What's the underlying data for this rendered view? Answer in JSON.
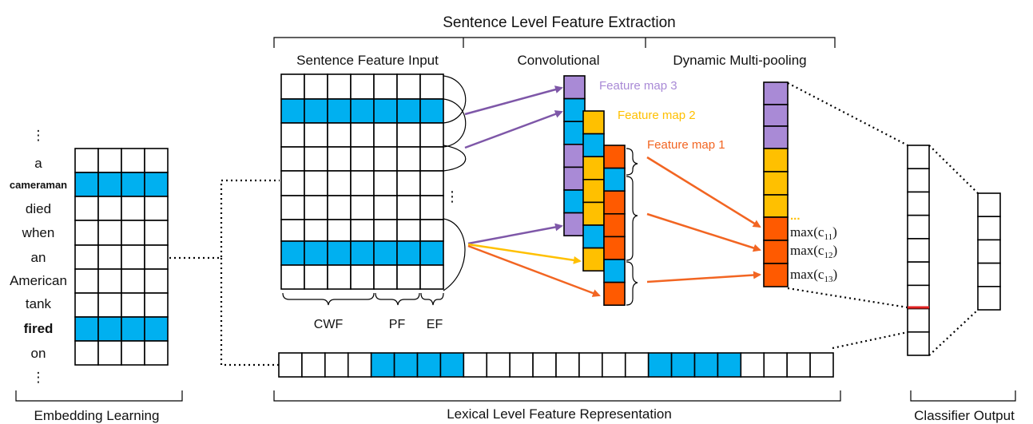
{
  "title": "Sentence Level Feature Extraction",
  "section_labels": {
    "sentence_feature_input": "Sentence Feature Input",
    "convolutional": "Convolutional",
    "dynamic_multi_pooling": "Dynamic Multi-pooling",
    "embedding_learning": "Embedding Learning",
    "lexical_level": "Lexical Level Feature Representation",
    "classifier_output": "Classifier Output"
  },
  "words": [
    "⋮",
    "a",
    "cameraman",
    "died",
    "when",
    "an",
    "American",
    "tank",
    "fired",
    "on",
    "⋮"
  ],
  "feature_groups": [
    "CWF",
    "PF",
    "EF"
  ],
  "feature_maps": [
    "Feature map 1",
    "Feature map 2",
    "Feature map 3"
  ],
  "pooling_labels": [
    "max(c",
    "max(c",
    "max(c"
  ],
  "pooling_subscripts": [
    "11",
    "12",
    "13"
  ],
  "ellipsis": "⋮",
  "pooling_ellipsis": "...",
  "colors": {
    "blue": "#00b0f0",
    "purple": "#a98ad6",
    "yellow": "#ffc000",
    "orange": "#ff5a00",
    "arrow_purple": "#7e57a8",
    "arrow_yellow": "#ffc000",
    "arrow_orange": "#f26522",
    "label_purple": "#a98ad6",
    "label_yellow": "#ffc000",
    "label_orange": "#f26522",
    "red_line": "#e02020"
  }
}
